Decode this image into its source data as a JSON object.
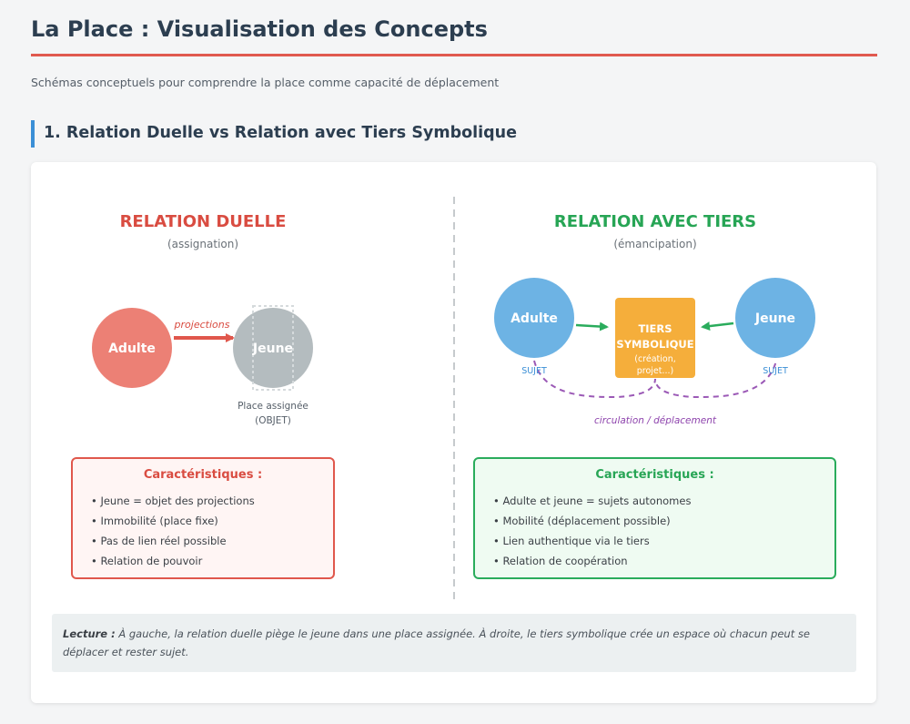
{
  "header": {
    "title": "La Place : Visualisation des Concepts",
    "subtitle": "Schémas conceptuels pour comprendre la place comme capacité de déplacement"
  },
  "section": {
    "title": "1. Relation Duelle vs Relation avec Tiers Symbolique"
  },
  "left_panel": {
    "heading": "RELATION DUELLE",
    "subheading": "(assignation)",
    "node_adult": "Adulte",
    "node_young": "Jeune",
    "arrow_label": "projections",
    "assigned_label_line1": "Place assignée",
    "assigned_label_line2": "(OBJET)",
    "box_title": "Caractéristiques :",
    "items": [
      "Jeune = objet des projections",
      "Immobilité (place fixe)",
      "Pas de lien réel possible",
      "Relation de pouvoir"
    ]
  },
  "right_panel": {
    "heading": "RELATION AVEC TIERS",
    "subheading": "(émancipation)",
    "node_adult": "Adulte",
    "node_young": "Jeune",
    "subject_label_left": "SUJET",
    "subject_label_right": "SUJET",
    "tiers_line1": "TIERS",
    "tiers_line2": "SYMBOLIQUE",
    "tiers_line3": "(création,",
    "tiers_line4": "projet...)",
    "circulation_label": "circulation / déplacement",
    "box_title": "Caractéristiques :",
    "items": [
      "Adulte et jeune = sujets autonomes",
      "Mobilité (déplacement possible)",
      "Lien authentique via le tiers",
      "Relation de coopération"
    ]
  },
  "reading": {
    "label": "Lecture :",
    "text": "À gauche, la relation duelle piège le jeune dans une place assignée. À droite, le tiers symbolique crée un espace où chacun peut se déplacer et rester sujet."
  },
  "colors": {
    "red": "#e0574c",
    "green": "#2aac5c",
    "blue": "#6db3e4",
    "orange": "#f5ae3b",
    "purple": "#9b59b6",
    "gray": "#b4bcbf"
  }
}
